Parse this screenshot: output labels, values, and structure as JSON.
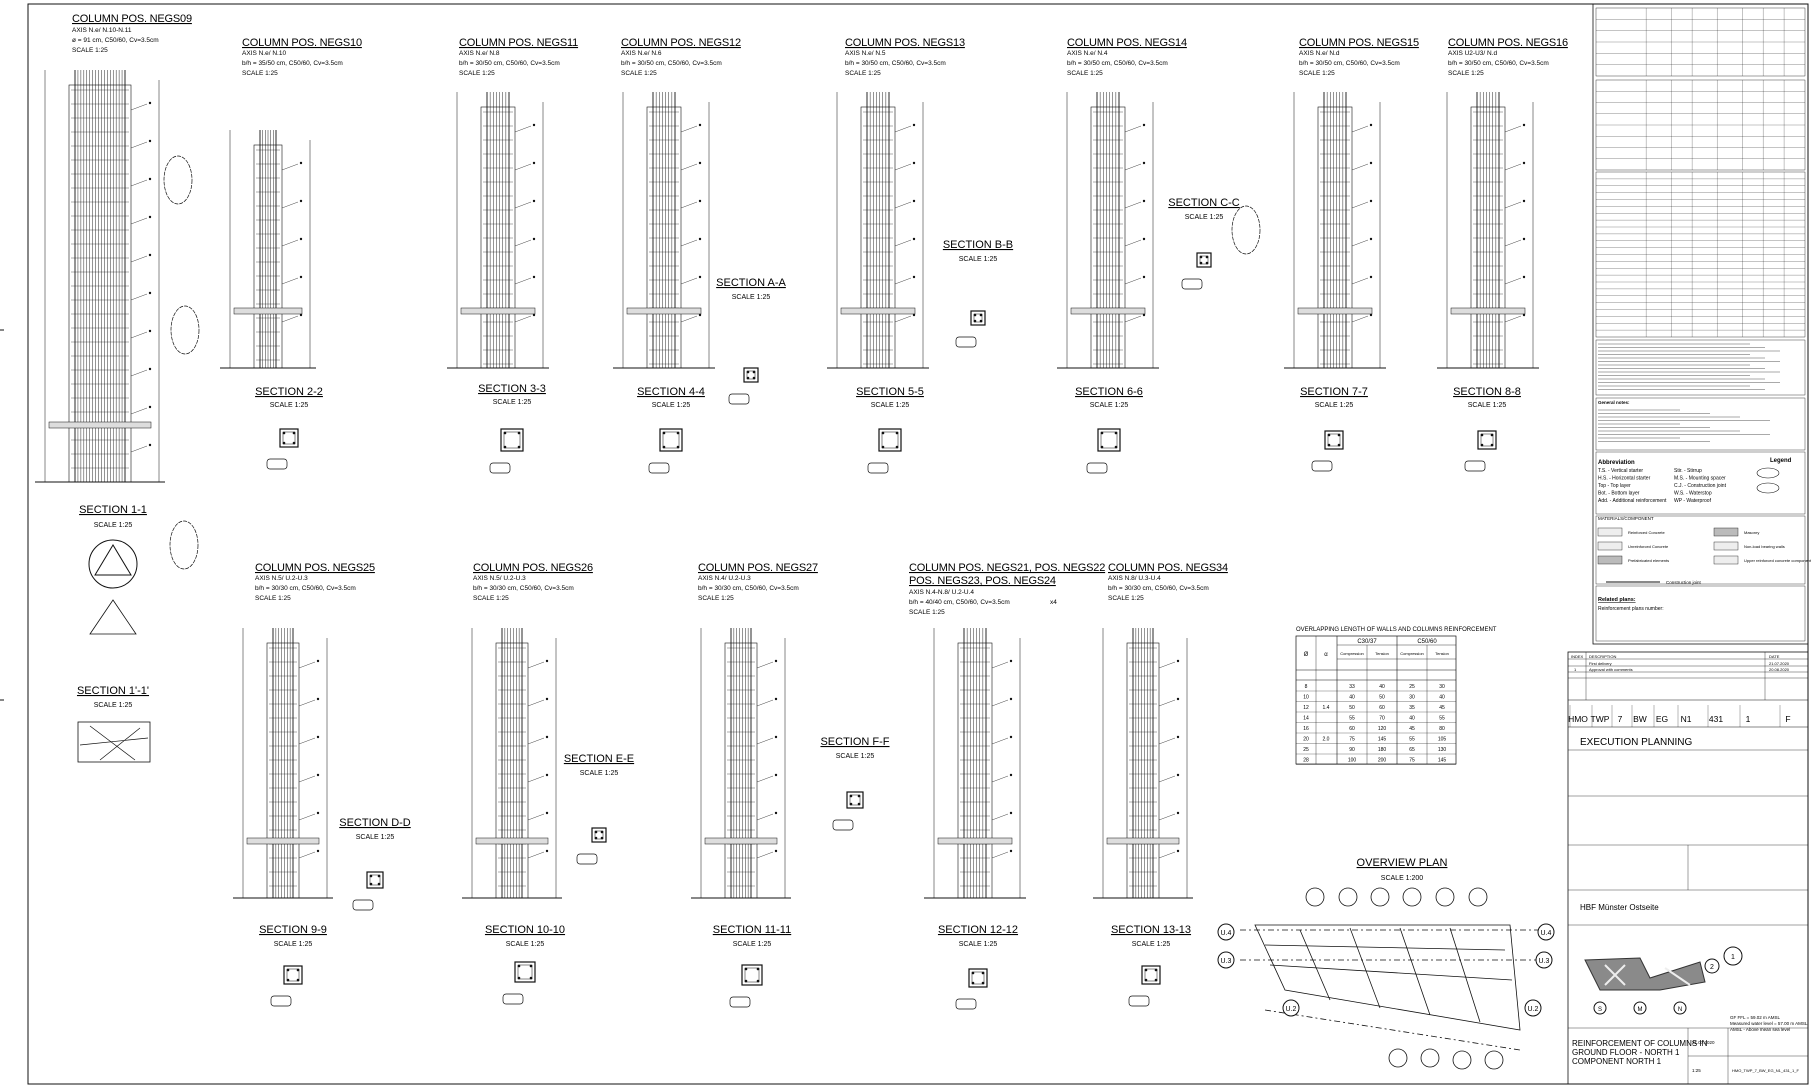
{
  "sheet": {
    "border_color": "#111111",
    "background": "#ffffff"
  },
  "columns_top": [
    {
      "title": "COLUMN POS. NEGS09",
      "axis": "AXIS N.e/ N.10-N.11",
      "dims": "ø = 91 cm, C50/60, Cv=3.5cm",
      "scale": "SCALE 1:25"
    },
    {
      "title": "COLUMN POS. NEGS10",
      "axis": "AXIS N.e/ N.10",
      "dims": "b/h = 35/50 cm, C50/60, Cv=3.5cm",
      "scale": "SCALE 1:25"
    },
    {
      "title": "COLUMN POS. NEGS11",
      "axis": "AXIS N.e/ N.8",
      "dims": "b/h = 30/50 cm, C50/60, Cv=3.5cm",
      "scale": "SCALE 1:25"
    },
    {
      "title": "COLUMN POS. NEGS12",
      "axis": "AXIS N.e/ N.6",
      "dims": "b/h = 30/50 cm, C50/60, Cv=3.5cm",
      "scale": "SCALE 1:25"
    },
    {
      "title": "COLUMN POS. NEGS13",
      "axis": "AXIS N.e/ N.5",
      "dims": "b/h = 30/50 cm, C50/60, Cv=3.5cm",
      "scale": "SCALE 1:25"
    },
    {
      "title": "COLUMN POS. NEGS14",
      "axis": "AXIS N.e/ N.4",
      "dims": "b/h = 30/50 cm, C50/60, Cv=3.5cm",
      "scale": "SCALE 1:25"
    },
    {
      "title": "COLUMN POS. NEGS15",
      "axis": "AXIS N.e/ N.d",
      "dims": "b/h = 30/50 cm, C50/60, Cv=3.5cm",
      "scale": "SCALE 1:25"
    },
    {
      "title": "COLUMN POS. NEGS16",
      "axis": "AXIS U2-U3/ N.d",
      "dims": "b/h = 30/50 cm, C50/60, Cv=3.5cm",
      "scale": "SCALE 1:25"
    }
  ],
  "columns_bottom": [
    {
      "title": "COLUMN POS. NEGS25",
      "axis": "AXIS N.5/ U.2-U.3",
      "dims": "b/h = 30/30 cm, C50/60, Cv=3.5cm",
      "scale": "SCALE 1:25"
    },
    {
      "title": "COLUMN POS. NEGS26",
      "axis": "AXIS N.5/ U.2-U.3",
      "dims": "b/h = 30/30 cm, C50/60, Cv=3.5cm",
      "scale": "SCALE 1:25"
    },
    {
      "title": "COLUMN POS. NEGS27",
      "axis": "AXIS N.4/ U.2-U.3",
      "dims": "b/h = 30/30 cm, C50/60, Cv=3.5cm",
      "scale": "SCALE 1:25"
    },
    {
      "title": "COLUMN POS. NEGS21, POS. NEGS22",
      "title2": "POS. NEGS23, POS. NEGS24",
      "axis": "AXIS N.4-N.8/ U.2-U.4",
      "dims": "b/h = 40/40 cm, C50/60, Cv=3.5cm",
      "scale": "SCALE 1:25",
      "multiplier": "x4"
    },
    {
      "title": "COLUMN POS. NEGS34",
      "axis": "AXIS N.8/ U.3-U.4",
      "dims": "b/h = 30/30 cm, C50/60, Cv=3.5cm",
      "scale": "SCALE 1:25"
    }
  ],
  "sections_top": [
    {
      "title": "SECTION 1-1",
      "scale": "SCALE 1:25"
    },
    {
      "title": "SECTION 1'-1'",
      "scale": "SCALE 1:25"
    },
    {
      "title": "SECTION 2-2",
      "scale": "SCALE 1:25"
    },
    {
      "title": "SECTION 3-3",
      "scale": "SCALE 1:25"
    },
    {
      "title": "SECTION 4-4",
      "scale": "SCALE 1:25"
    },
    {
      "title": "SECTION 5-5",
      "scale": "SCALE 1:25"
    },
    {
      "title": "SECTION 6-6",
      "scale": "SCALE 1:25"
    },
    {
      "title": "SECTION 7-7",
      "scale": "SCALE 1:25"
    },
    {
      "title": "SECTION 8-8",
      "scale": "SCALE 1:25"
    },
    {
      "title": "SECTION A-A",
      "scale": "SCALE 1:25"
    },
    {
      "title": "SECTION B-B",
      "scale": "SCALE 1:25"
    },
    {
      "title": "SECTION C-C",
      "scale": "SCALE 1:25"
    }
  ],
  "sections_bottom": [
    {
      "title": "SECTION 9-9",
      "scale": "SCALE 1:25"
    },
    {
      "title": "SECTION 10-10",
      "scale": "SCALE 1:25"
    },
    {
      "title": "SECTION 11-11",
      "scale": "SCALE 1:25"
    },
    {
      "title": "SECTION 12-12",
      "scale": "SCALE 1:25"
    },
    {
      "title": "SECTION 13-13",
      "scale": "SCALE 1:25"
    },
    {
      "title": "SECTION D-D",
      "scale": "SCALE 1:25"
    },
    {
      "title": "SECTION E-E",
      "scale": "SCALE 1:25"
    },
    {
      "title": "SECTION F-F",
      "scale": "SCALE 1:25"
    }
  ],
  "overlap_table": {
    "title": "OVERLAPPING LENGTH OF WALLS AND COLUMNS REINFORCEMENT",
    "groups": [
      "C30/37",
      "C50/60"
    ],
    "headers": [
      "Ø",
      "α",
      "Compression",
      "Tension",
      "Compression",
      "Tension"
    ],
    "rows": [
      [
        "8",
        "",
        "33",
        "40",
        "25",
        "30"
      ],
      [
        "10",
        "",
        "40",
        "50",
        "30",
        "40"
      ],
      [
        "12",
        "1.4",
        "50",
        "60",
        "35",
        "45"
      ],
      [
        "14",
        "",
        "55",
        "70",
        "40",
        "55"
      ],
      [
        "16",
        "",
        "60",
        "120",
        "45",
        "80"
      ],
      [
        "20",
        "2.0",
        "75",
        "145",
        "55",
        "105"
      ],
      [
        "25",
        "",
        "90",
        "180",
        "65",
        "130"
      ],
      [
        "28",
        "",
        "100",
        "200",
        "75",
        "145"
      ]
    ]
  },
  "overview": {
    "title": "OVERVIEW PLAN",
    "scale": "SCALE 1:200",
    "axes": [
      "U.4",
      "U.3",
      "U.2",
      "U.4",
      "U.3",
      "U.2"
    ]
  },
  "legend_panel": {
    "abbreviation_title": "Abbreviation",
    "abbreviations": [
      "T.S. - Vertical starter",
      "H.S. - Horizontal starter",
      "Top - Top layer",
      "Bot. - Bottom layer",
      "Add. - Additional reinforcement",
      "Stir. - Stirrup",
      "M.S. - Mounting spacer",
      "C.J. - Construction joint",
      "W.S. - Waterstop",
      "WP - Waterproof"
    ],
    "legend_title": "Legend",
    "materials_title": "MATERIALS/COMPONENT",
    "materials": [
      "Reinforced Concrete",
      "Masonry",
      "Unreinforced Concrete",
      "Non-load bearing walls",
      "Prefabricated elements",
      "Upper reinforced concrete components"
    ],
    "construction_joint": "Construction joint",
    "related_plans": "Related plans:",
    "reinforcement_plans": "Reinforcement plans number:",
    "general_notes": "General notes:"
  },
  "revisions": {
    "headers": [
      "INDEX",
      "DESCRIPTION",
      "DATE"
    ],
    "rows": [
      [
        "",
        "First delivery",
        "21.07.2020"
      ],
      [
        "1",
        "Approval with comments",
        "20.08.2020"
      ]
    ]
  },
  "title_block": {
    "codes": [
      "HMO",
      "TWP",
      "7",
      "BW",
      "EG",
      "N1",
      "431",
      "1",
      "F"
    ],
    "phase": "EXECUTION PLANNING",
    "project": "HBF Münster Ostseite",
    "drawing_title": [
      "REINFORCEMENT OF COLUMNS IN",
      "GROUND FLOOR - NORTH 1",
      "COMPONENT NORTH 1"
    ],
    "date": "21.07.2020",
    "scale": "1:25",
    "file": "HMO_TWP_7_BW_EG_N1_431_1_F",
    "level_note": [
      "GF FFL = 59.02 m AMSL",
      "Measured water level = 57.00 m AMSL",
      "AMSL - Above mean sea level"
    ],
    "axes_marks": [
      "2",
      "1",
      "S",
      "M",
      "N"
    ]
  }
}
